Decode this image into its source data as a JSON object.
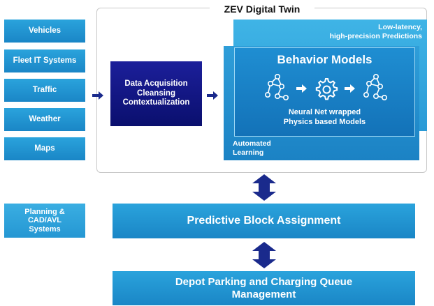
{
  "title": "ZEV Digital Twin",
  "inputs": [
    "Vehicles",
    "Fleet IT Systems",
    "Traffic",
    "Weather",
    "Maps"
  ],
  "data_acquisition": {
    "line1": "Data Acquisition",
    "line2": "Cleansing",
    "line3": "Contextualization"
  },
  "low_latency": {
    "line1": "Low-latency,",
    "line2": "high-precision Predictions"
  },
  "behavior_models": {
    "title": "Behavior Models",
    "line1": "Neural Net wrapped",
    "line2": "Physics based Models"
  },
  "automated_learning": {
    "line1": "Automated",
    "line2": "Learning"
  },
  "planning": {
    "line1": "Planning &",
    "line2": "CAD/AVL",
    "line3": "Systems"
  },
  "predictive_block_assignment": "Predictive Block Assignment",
  "depot": {
    "line1": "Depot Parking and Charging Queue",
    "line2": "Management"
  },
  "colors": {
    "light_blue": "#2aa3dc",
    "dark_navy": "#0a0f6e",
    "arrow_navy": "#1a2a8c"
  }
}
